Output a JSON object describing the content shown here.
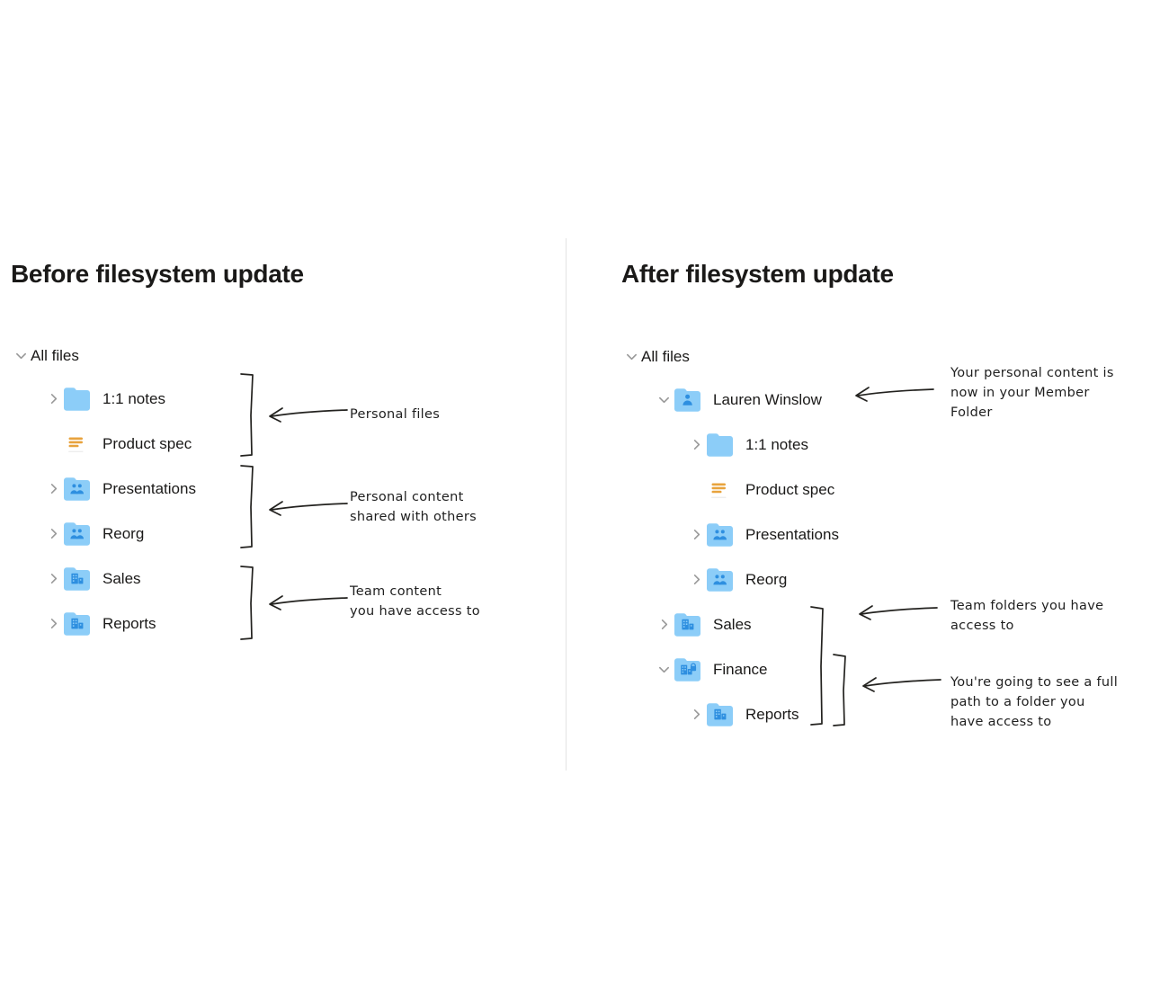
{
  "panels": {
    "before": {
      "title": "Before filesystem update",
      "root": {
        "label": "All files"
      },
      "rows": [
        {
          "label": "1:1 notes",
          "icon": "folder-plain-icon",
          "chevron": "chevron-right-icon",
          "indent": 1
        },
        {
          "label": "Product spec",
          "icon": "paper-doc-icon",
          "chevron": "none",
          "indent": 1
        },
        {
          "label": "Presentations",
          "icon": "folder-shared-icon",
          "chevron": "chevron-right-icon",
          "indent": 1
        },
        {
          "label": "Reorg",
          "icon": "folder-shared-icon",
          "chevron": "chevron-right-icon",
          "indent": 1
        },
        {
          "label": "Sales",
          "icon": "folder-team-icon",
          "chevron": "chevron-right-icon",
          "indent": 1
        },
        {
          "label": "Reports",
          "icon": "folder-team-icon",
          "chevron": "chevron-right-icon",
          "indent": 1
        }
      ],
      "annotations": [
        {
          "text": "Personal files"
        },
        {
          "text": "Personal content\nshared with others"
        },
        {
          "text": "Team content\nyou have access to"
        }
      ]
    },
    "after": {
      "title": "After filesystem update",
      "root": {
        "label": "All files"
      },
      "rows": [
        {
          "label": "Lauren Winslow",
          "icon": "folder-member-icon",
          "chevron": "chevron-down-icon",
          "indent": 1
        },
        {
          "label": "1:1 notes",
          "icon": "folder-plain-icon",
          "chevron": "chevron-right-icon",
          "indent": 2
        },
        {
          "label": "Product spec",
          "icon": "paper-doc-icon",
          "chevron": "none",
          "indent": 2
        },
        {
          "label": "Presentations",
          "icon": "folder-shared-icon",
          "chevron": "chevron-right-icon",
          "indent": 2
        },
        {
          "label": "Reorg",
          "icon": "folder-shared-icon",
          "chevron": "chevron-right-icon",
          "indent": 2
        },
        {
          "label": "Sales",
          "icon": "folder-team-icon",
          "chevron": "chevron-right-icon",
          "indent": 1
        },
        {
          "label": "Finance",
          "icon": "folder-locked-icon",
          "chevron": "chevron-down-icon",
          "indent": 1
        },
        {
          "label": "Reports",
          "icon": "folder-team-icon",
          "chevron": "chevron-right-icon",
          "indent": 2
        }
      ],
      "annotations": [
        {
          "text": "Your personal content is\nnow in your Member\nFolder"
        },
        {
          "text": "Team folders you have\naccess to"
        },
        {
          "text": "You're going to see a full\npath to a folder you\nhave access to"
        }
      ]
    }
  },
  "colors": {
    "folder_blue": "#8ccdf8",
    "folder_glyph_blue": "#2e8fe0",
    "paper_orange": "#e8a33d",
    "text": "#1a1918",
    "chevron_gray": "#9a9a9a",
    "divider": "#e4e4e4",
    "ink": "#23221f"
  }
}
